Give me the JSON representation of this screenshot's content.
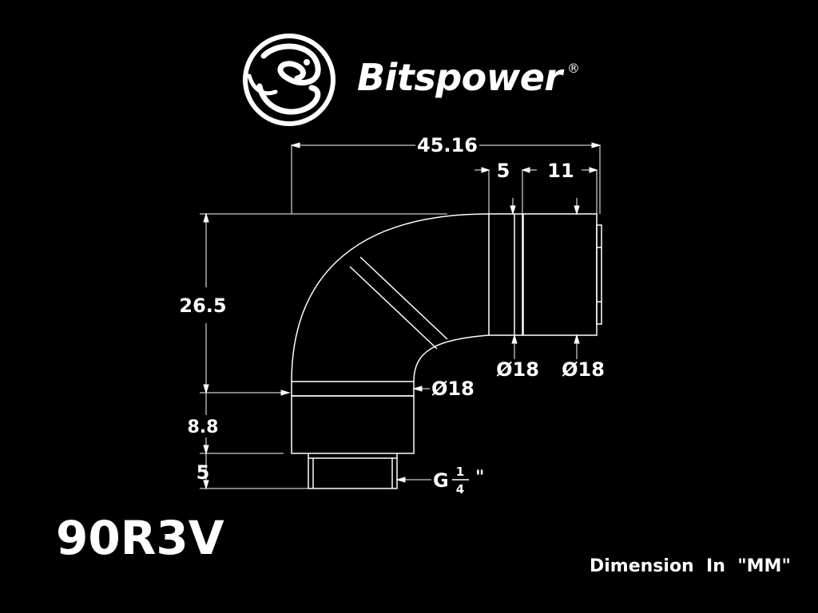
{
  "brand": {
    "name": "Bitspower",
    "registered_mark": "®",
    "logo_icon": "dragon-emblem-icon"
  },
  "product": {
    "model": "90R3V",
    "units_note": "Dimension  In  \"MM\""
  },
  "dimensions": {
    "overall_length": "45.16",
    "ring_width": "5",
    "end_length": "11",
    "height": "26.5",
    "base_height": "8.8",
    "thread_length": "5",
    "diameter_ring": "Ø18",
    "diameter_end": "Ø18",
    "diameter_base": "Ø18",
    "thread_prefix": "G",
    "thread_num": "1",
    "thread_den": "4",
    "thread_suffix": "\""
  },
  "colors": {
    "background": "#000000",
    "line": "#ffffff"
  }
}
